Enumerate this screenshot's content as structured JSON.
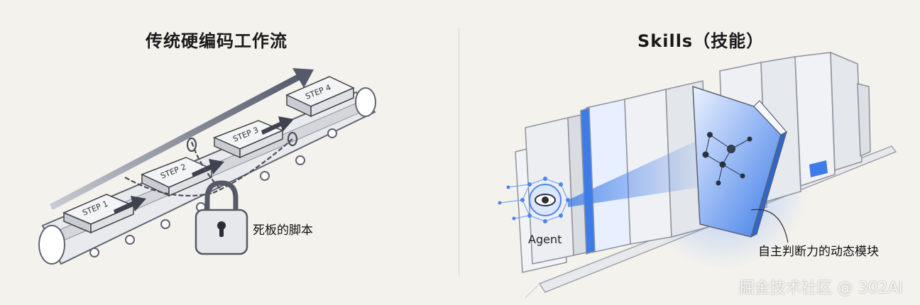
{
  "left_panel": {
    "title": "传统硬编码工作流",
    "steps": [
      "STEP 1",
      "STEP 2",
      "STEP 3",
      "STEP 4"
    ],
    "lock_caption": "死板的脚本"
  },
  "right_panel": {
    "title": "Skills（技能）",
    "agent_label": "Agent",
    "book_caption": "自主判断力的动态模块"
  },
  "watermark": "掘金技术社区 @ 302AI",
  "colors": {
    "accent": "#3d7be8",
    "steel": "#545a6a",
    "background": "#f4f2ec"
  }
}
